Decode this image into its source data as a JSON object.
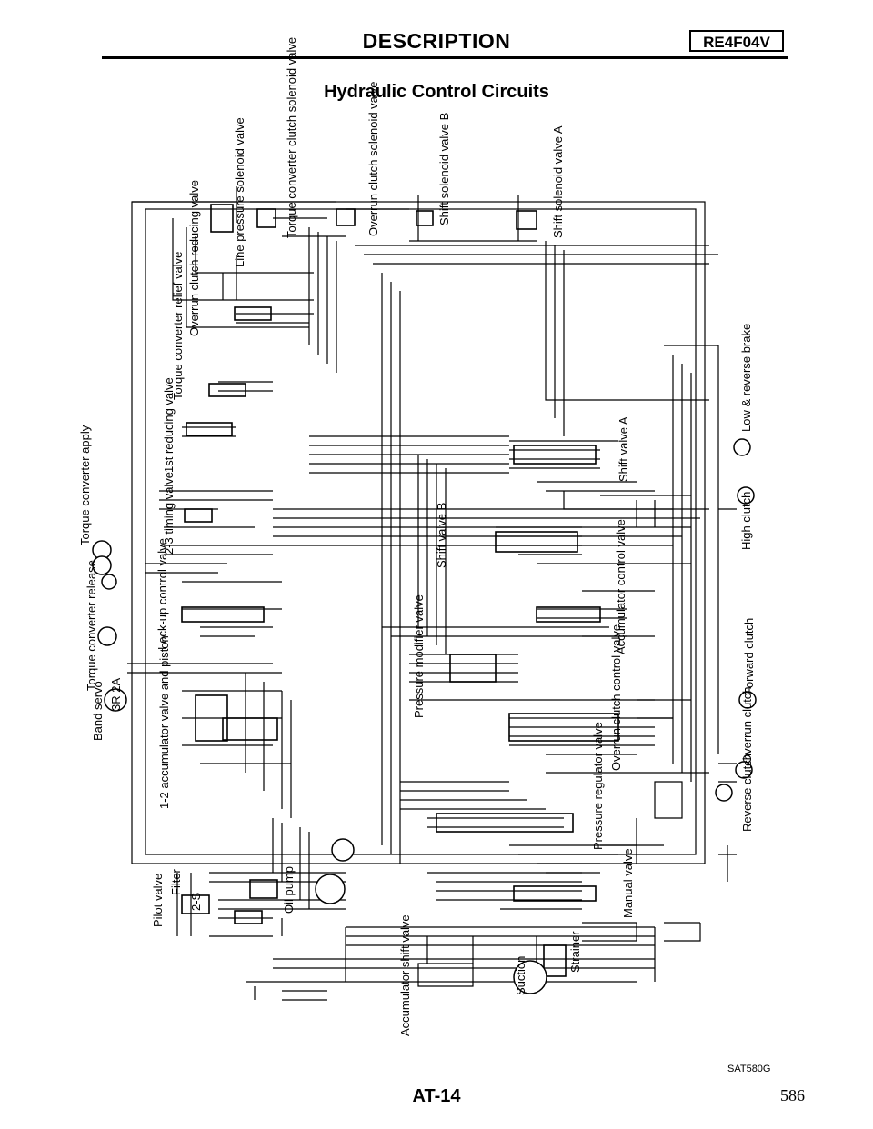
{
  "header": {
    "title": "DESCRIPTION",
    "model_code": "RE4F04V"
  },
  "subtitle": "Hydraulic Control Circuits",
  "components": {
    "line_pressure_solenoid": "Line pressure solenoid valve",
    "torque_converter_clutch_solenoid": "Torque converter clutch solenoid valve",
    "overrun_clutch_solenoid": "Overrun clutch solenoid valve",
    "shift_solenoid_b": "Shift solenoid valve B",
    "shift_solenoid_a": "Shift solenoid valve A",
    "overrun_clutch_reducing": "Overrun clutch reducing valve",
    "torque_converter_relief": "Torque converter relief valve",
    "first_reducing": "1st reducing valve",
    "low_reverse_brake": "Low & reverse brake",
    "shift_valve_a": "Shift valve A",
    "torque_converter_apply": "Torque converter apply",
    "two_three_timing": "2-3 timing valve",
    "shift_valve_b": "Shift valve B",
    "high_clutch": "High clutch",
    "torque_converter_release": "Torque converter release",
    "lockup_control": "Lock-up control valve",
    "accumulator_control": "Accumulator control valve",
    "band_servo": "Band servo",
    "pressure_modifier": "Pressure modifier valve",
    "forward_clutch": "Forward clutch",
    "one_two_accumulator": "1-2 accumulator valve and piston",
    "overrun_clutch_control": "Overrun clutch control valve",
    "overrun_clutch": "Overrun clutch",
    "reverse_clutch": "Reverse clutch",
    "pressure_regulator": "Pressure regulator valve",
    "pilot_valve": "Pilot valve",
    "filter": "Filter",
    "oil_pump": "Oil pump",
    "manual_valve": "Manual valve",
    "suction": "Suction",
    "strainer": "Strainer",
    "accumulator_shift": "Accumulator shift valve",
    "band_servo_tag": "3R 2A",
    "pilot_tag": "2-S"
  },
  "figure_code": "SAT580G",
  "footer": {
    "page_label": "AT-14",
    "page_number": "586"
  }
}
